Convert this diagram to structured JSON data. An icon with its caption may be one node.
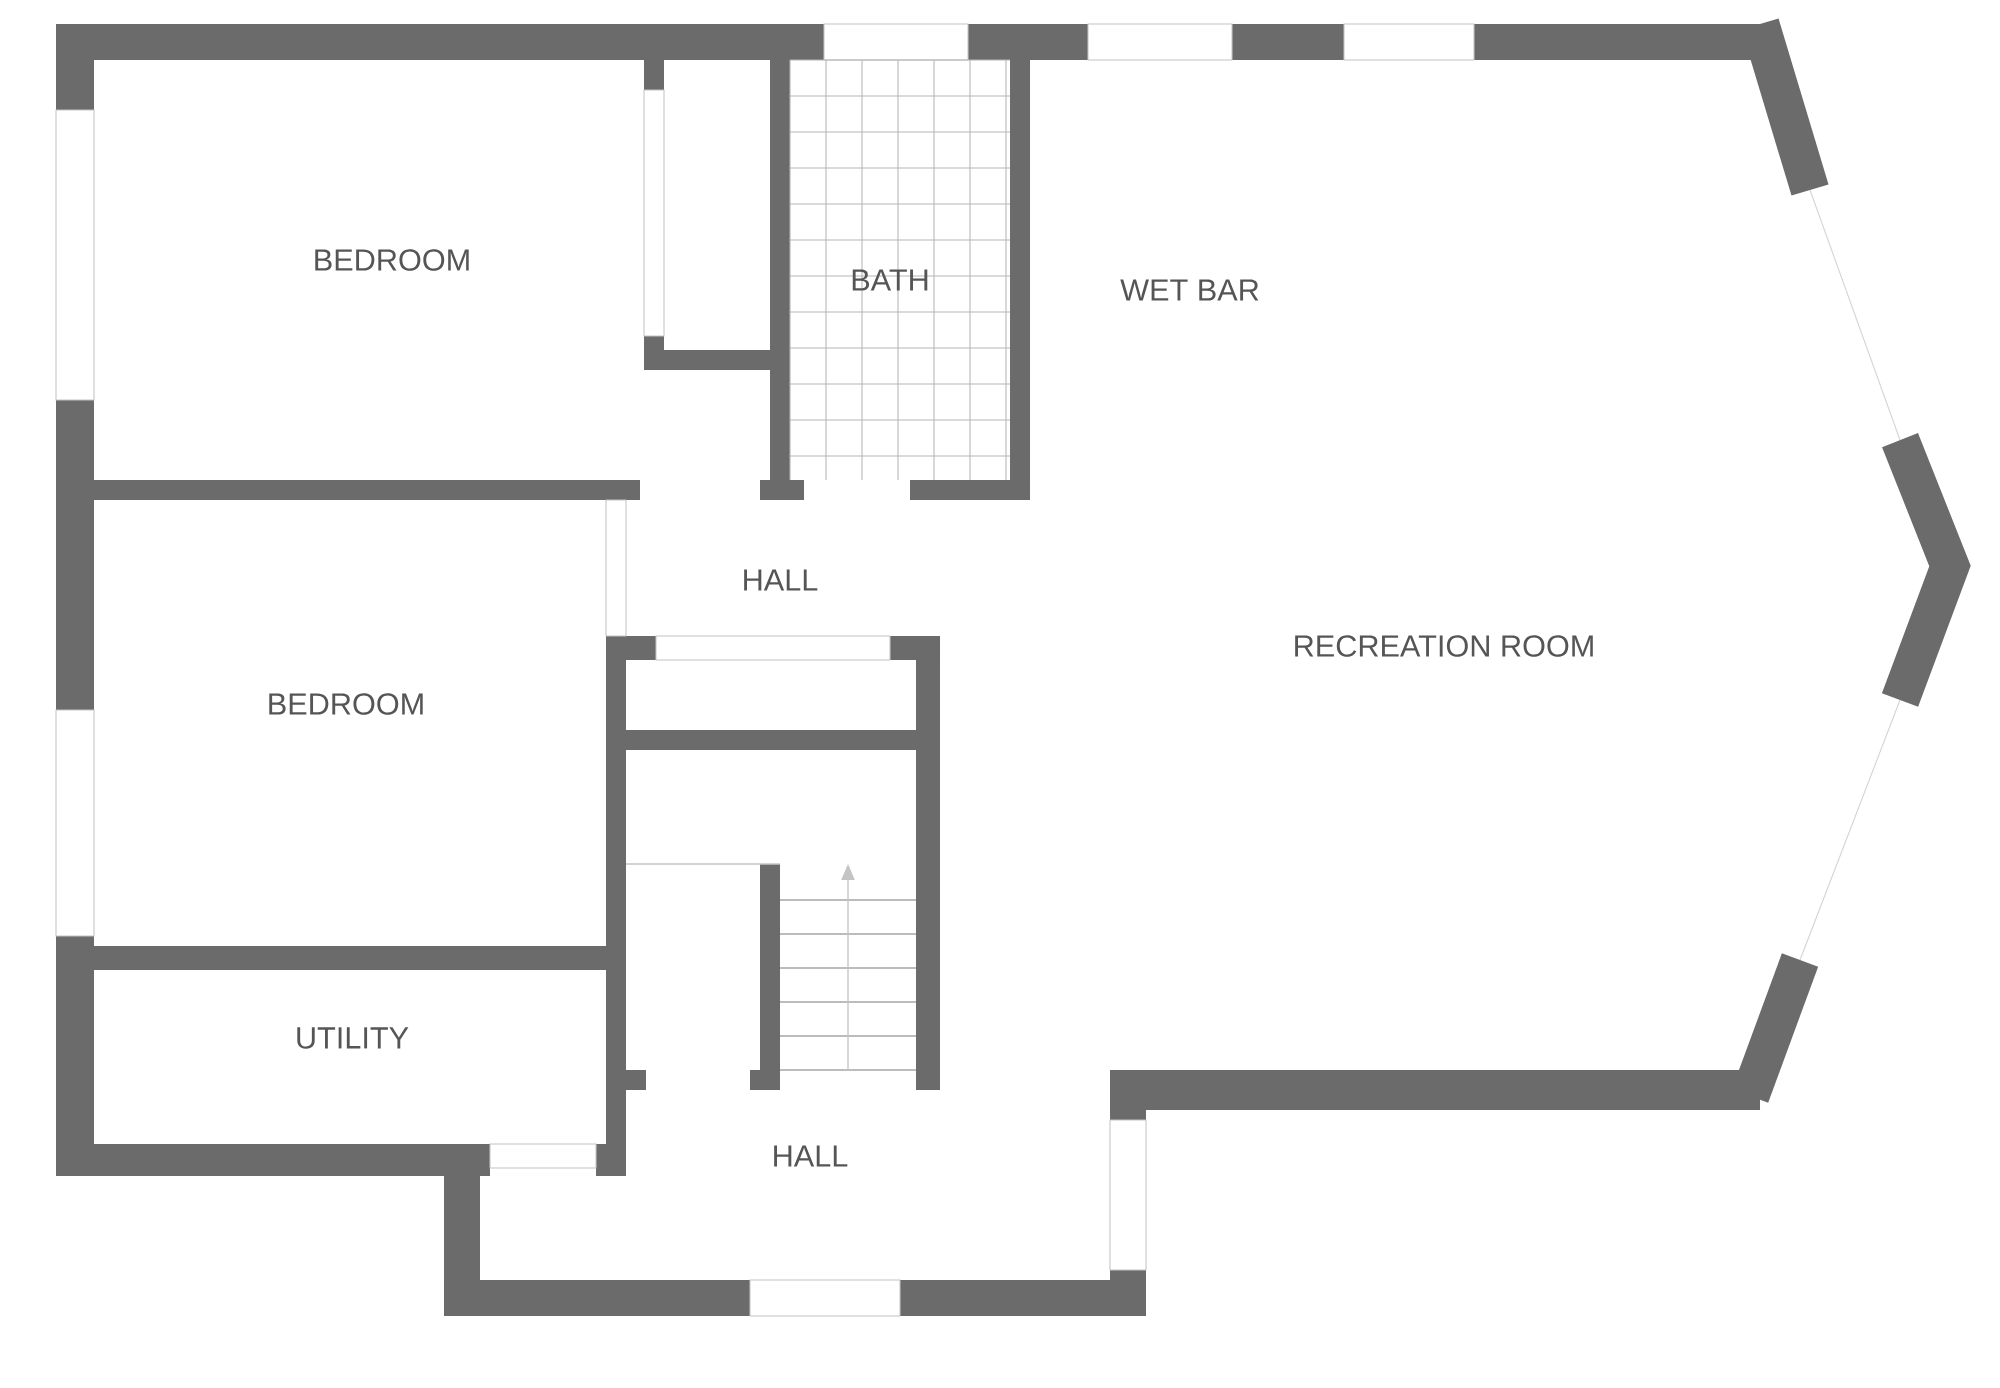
{
  "diagram": {
    "labels": [
      "BEDROOM",
      "BATH",
      "WET BAR",
      "HALL",
      "RECREATION ROOM",
      "BEDROOM",
      "UTILITY",
      "HALL"
    ]
  }
}
